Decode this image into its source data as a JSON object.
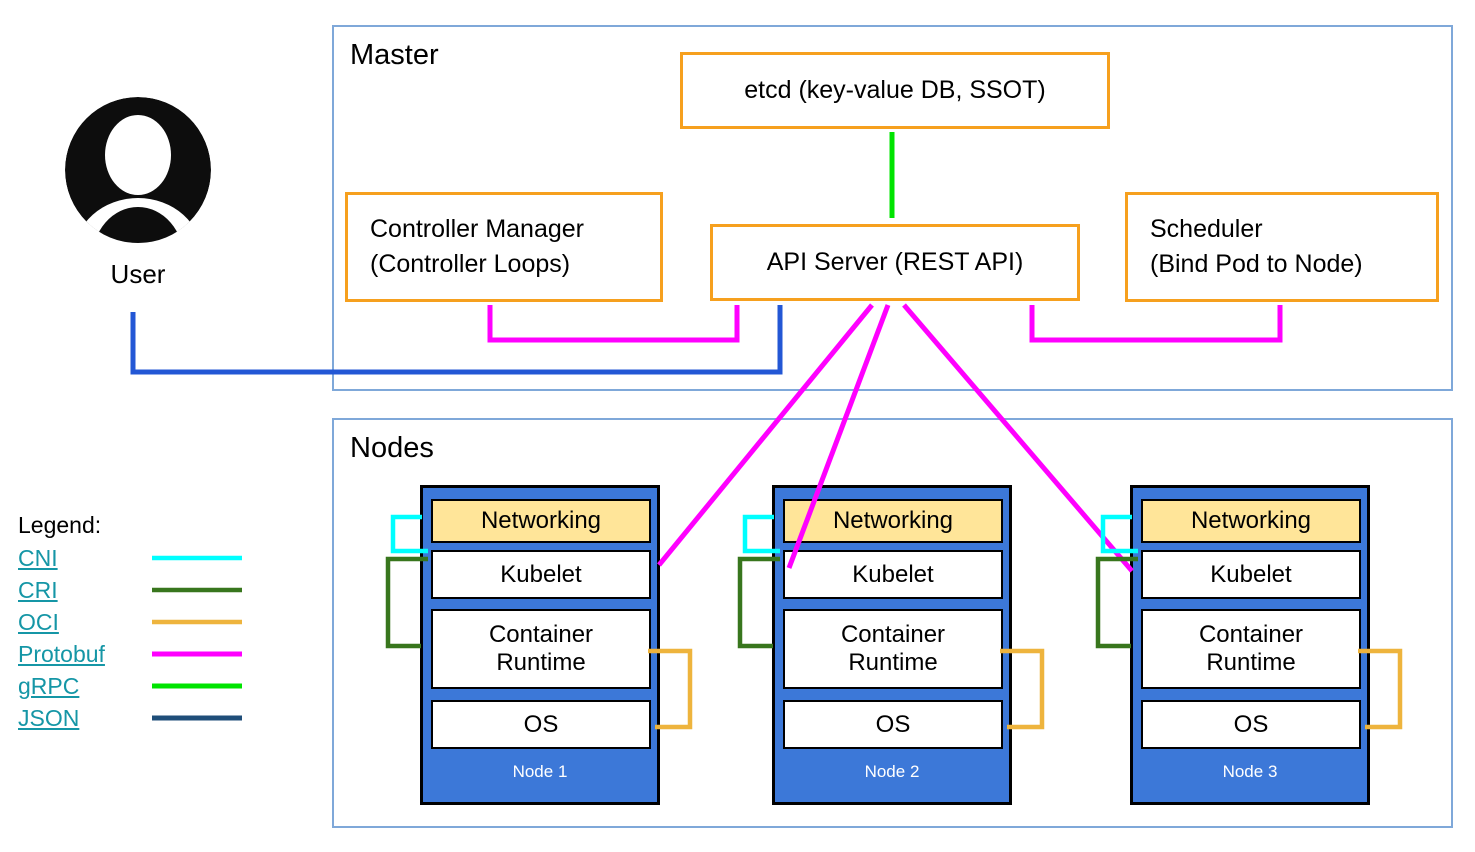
{
  "user": {
    "label": "User"
  },
  "master": {
    "title": "Master",
    "etcd_label": "etcd (key-value DB, SSOT)",
    "controller_manager": {
      "line1": "Controller Manager",
      "line2": "(Controller Loops)"
    },
    "api_server_label": "API Server (REST API)",
    "scheduler": {
      "line1": "Scheduler",
      "line2": "(Bind Pod to Node)"
    }
  },
  "nodes": {
    "title": "Nodes",
    "items": [
      {
        "name": "Node 1",
        "layers": [
          "Networking",
          "Kubelet",
          "Container Runtime",
          "OS"
        ]
      },
      {
        "name": "Node 2",
        "layers": [
          "Networking",
          "Kubelet",
          "Container Runtime",
          "OS"
        ]
      },
      {
        "name": "Node 3",
        "layers": [
          "Networking",
          "Kubelet",
          "Container Runtime",
          "OS"
        ]
      }
    ]
  },
  "legend": {
    "title": "Legend:",
    "items": [
      {
        "label": "CNI",
        "color": "#00FFFF"
      },
      {
        "label": "CRI",
        "color": "#38761D"
      },
      {
        "label": "OCI",
        "color": "#EEB43D"
      },
      {
        "label": "Protobuf",
        "color": "#FF00FF"
      },
      {
        "label": "gRPC",
        "color": "#00E400"
      },
      {
        "label": "JSON",
        "color": "#1F4E79"
      }
    ]
  },
  "colors": {
    "cni": "#00FFFF",
    "cri": "#38761D",
    "oci": "#EEB43D",
    "protobuf": "#FF00FF",
    "grpc": "#00E400",
    "json": "#1F4E79",
    "user_line": "#2357D5",
    "node_fill": "#3C78D8",
    "networking_fill": "#FFE599",
    "component_border": "#F6A01E",
    "section_border": "#7FA8D9",
    "link_text": "#1596A6"
  }
}
